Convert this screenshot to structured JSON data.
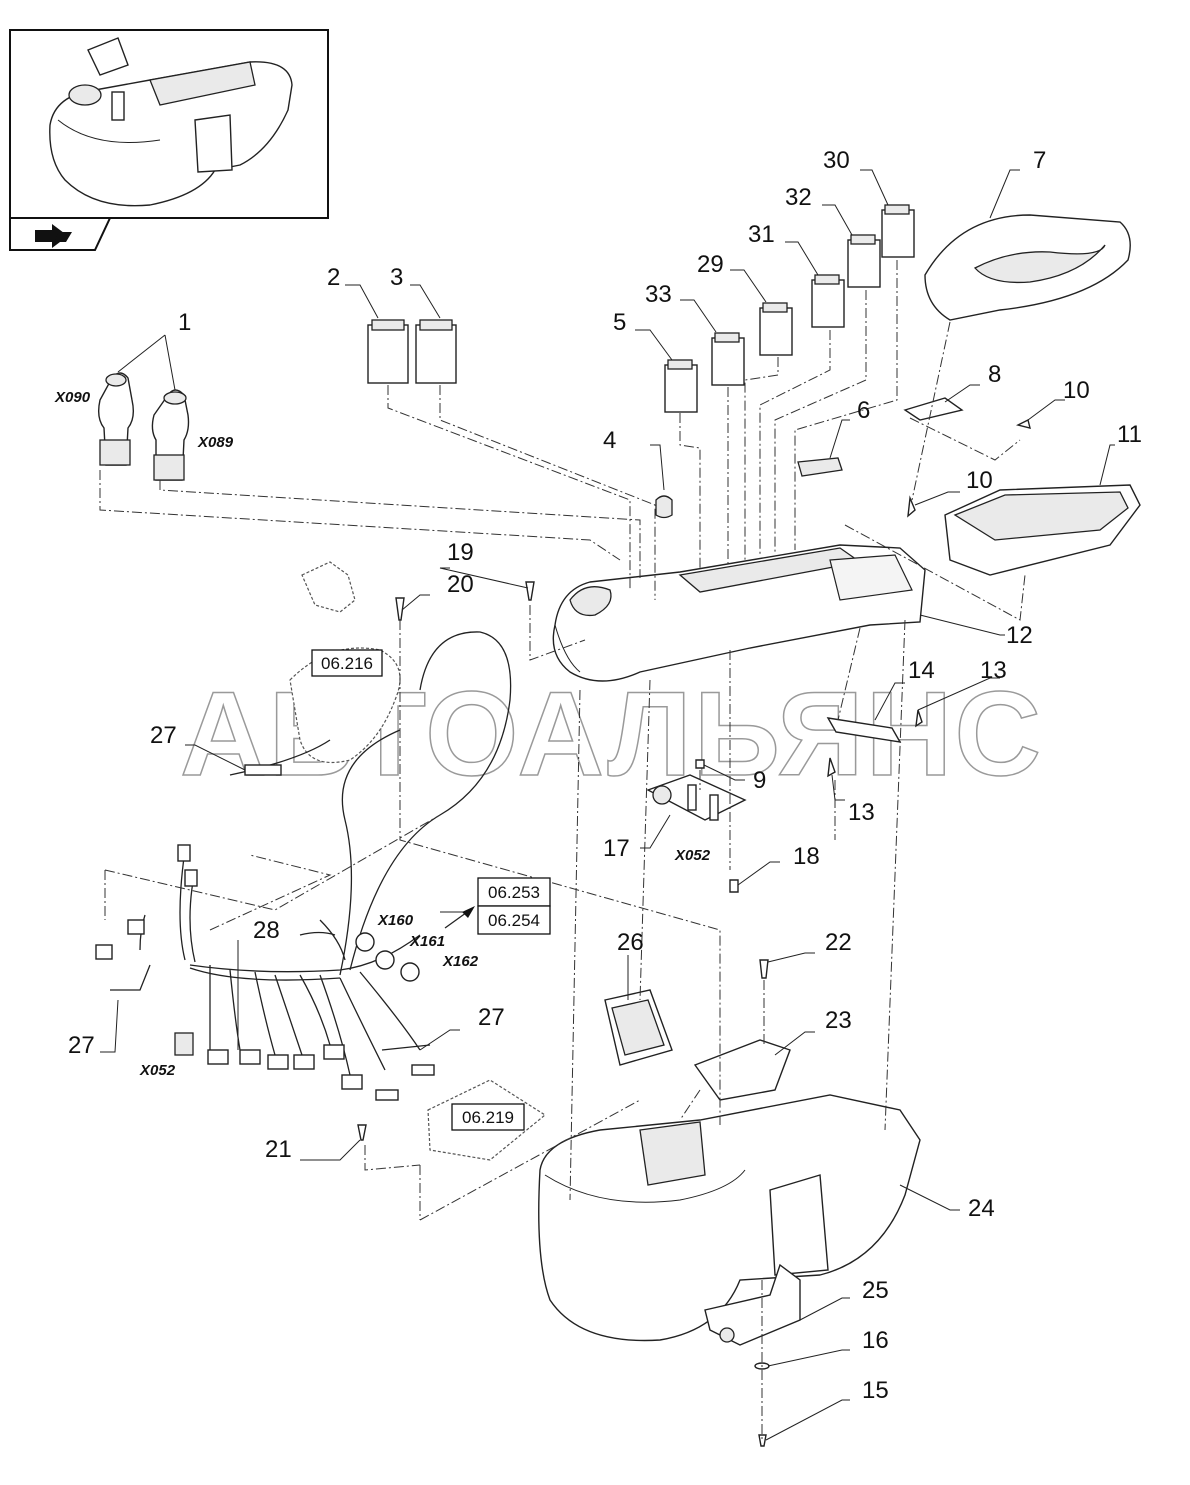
{
  "callouts": [
    "1",
    "2",
    "3",
    "4",
    "5",
    "6",
    "7",
    "8",
    "9",
    "10",
    "10",
    "11",
    "12",
    "13",
    "13",
    "14",
    "15",
    "16",
    "17",
    "18",
    "19",
    "20",
    "21",
    "22",
    "23",
    "24",
    "25",
    "26",
    "27",
    "27",
    "27",
    "28",
    "29",
    "30",
    "31",
    "32",
    "33"
  ],
  "connectors": {
    "x090": "X090",
    "x089": "X089",
    "x052_top": "X052",
    "x052_bottom": "X052",
    "x160": "X160",
    "x161": "X161",
    "x162": "X162"
  },
  "references": {
    "ref_216": "06.216",
    "ref_253": "06.253",
    "ref_254": "06.254",
    "ref_219": "06.219"
  },
  "watermark": "АВТОАЛЬЯНС",
  "icons": {
    "nav": "next-arrow-icon"
  }
}
